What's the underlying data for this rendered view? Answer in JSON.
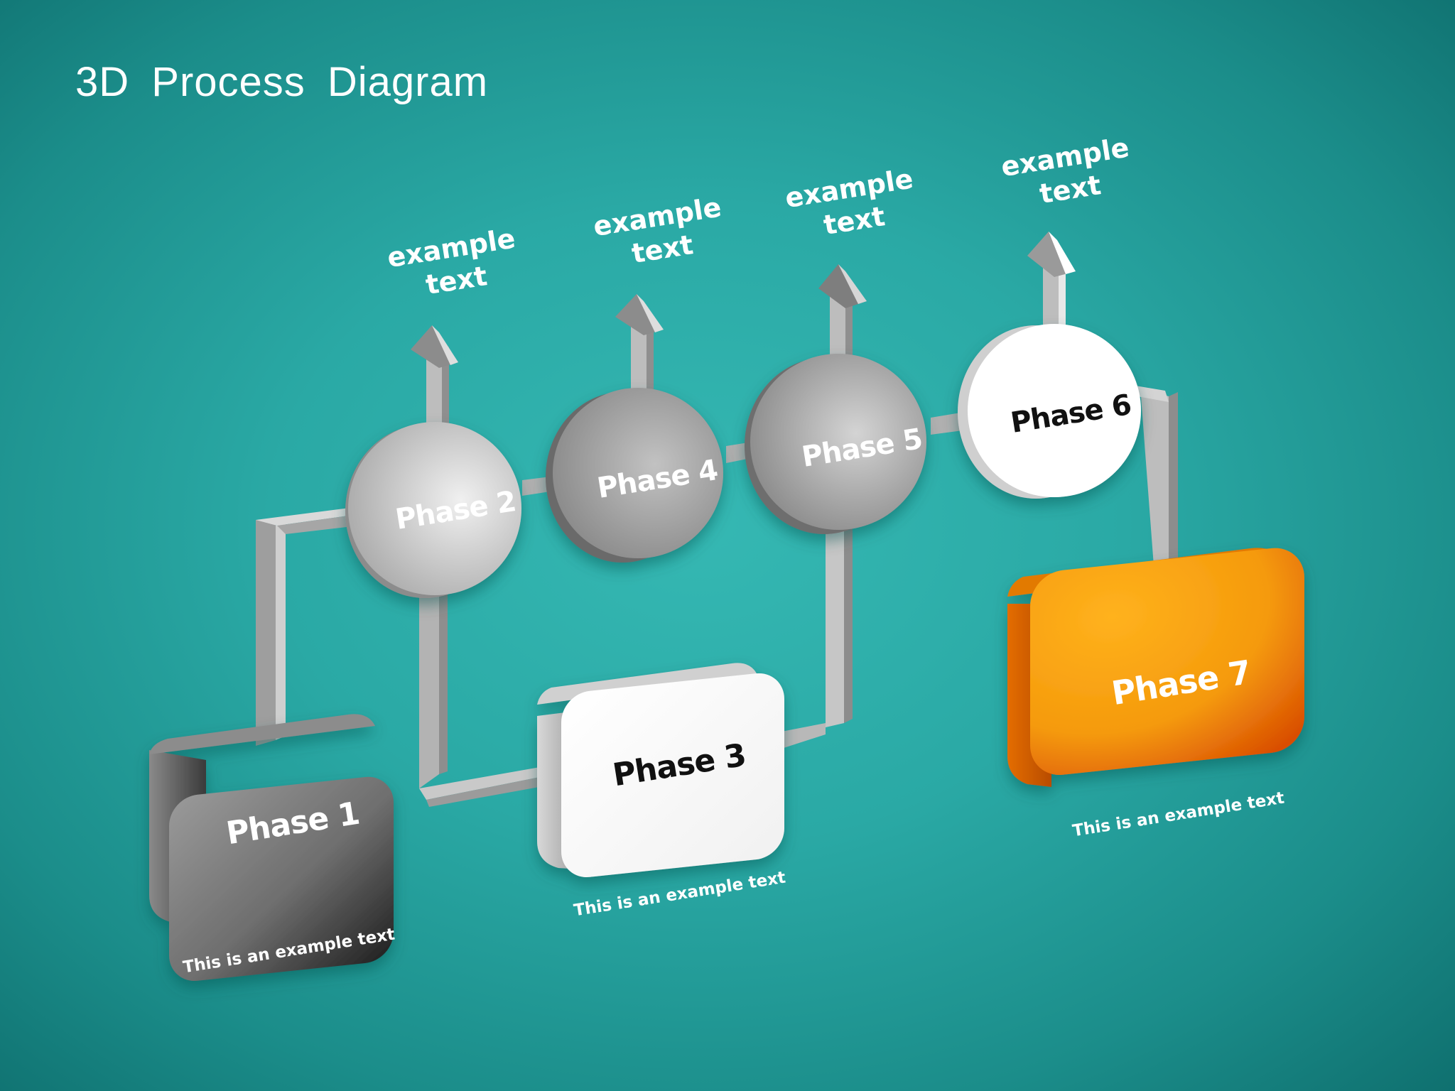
{
  "title": "3D  Process  Diagram",
  "phases": [
    {
      "id": "phase1",
      "label": "Phase 1",
      "caption": "This is an example text"
    },
    {
      "id": "phase2",
      "label": "Phase 2",
      "annotation": [
        "example",
        "text"
      ]
    },
    {
      "id": "phase3",
      "label": "Phase 3",
      "caption": "This is an example text"
    },
    {
      "id": "phase4",
      "label": "Phase 4",
      "annotation": [
        "example",
        "text"
      ]
    },
    {
      "id": "phase5",
      "label": "Phase 5",
      "annotation": [
        "example",
        "text"
      ]
    },
    {
      "id": "phase6",
      "label": "Phase 6",
      "annotation": [
        "example",
        "text"
      ]
    },
    {
      "id": "phase7",
      "label": "Phase 7",
      "caption": "This is an example text"
    }
  ],
  "edges": [
    {
      "from": "phase1",
      "to": "phase2"
    },
    {
      "from": "phase2",
      "to": "phase3"
    },
    {
      "from": "phase2",
      "to": "phase4"
    },
    {
      "from": "phase3",
      "to": "phase5"
    },
    {
      "from": "phase4",
      "to": "phase5"
    },
    {
      "from": "phase5",
      "to": "phase6"
    },
    {
      "from": "phase6",
      "to": "phase7"
    }
  ],
  "colors": {
    "background": "#2aa9a5",
    "connector": "#b5b5b5",
    "phase7": "#f5980d",
    "text_dark": "#111111",
    "text_light": "#ffffff"
  }
}
